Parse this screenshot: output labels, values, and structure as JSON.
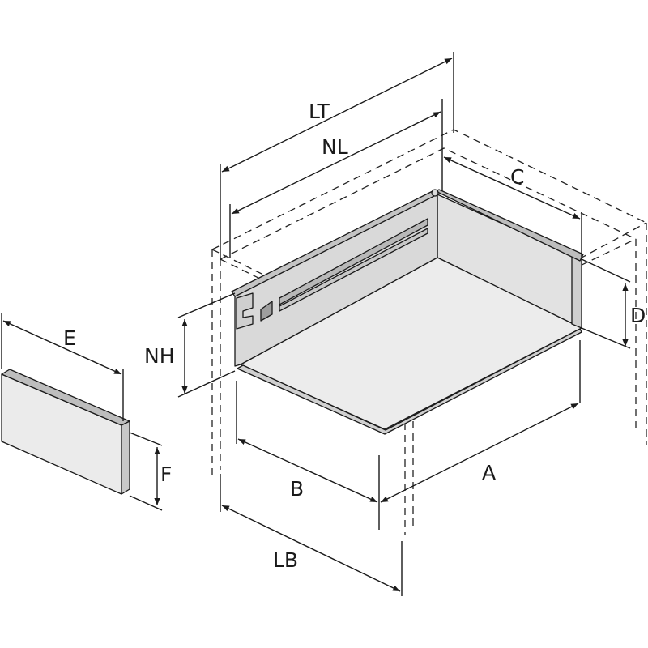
{
  "labels": {
    "lt": "LT",
    "nl": "NL",
    "c": "C",
    "d": "D",
    "nh": "NH",
    "e": "E",
    "f": "F",
    "a": "A",
    "b": "B",
    "lb": "LB"
  },
  "colors": {
    "panel_light": "#ebebeb",
    "panel_mid": "#dcdcdc",
    "panel_top": "#bdbdbd",
    "line": "#1a1a1a"
  }
}
